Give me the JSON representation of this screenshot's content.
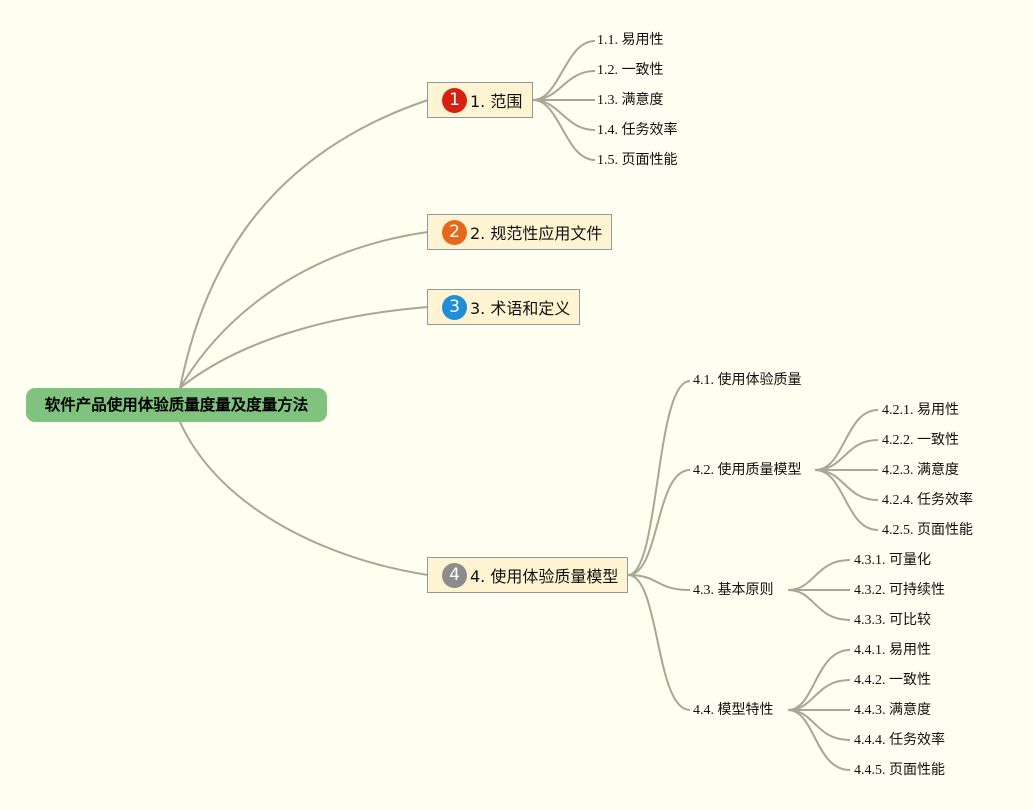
{
  "root": {
    "label": "软件产品使用体验质量度量及度量方法",
    "color": "#7fc37f"
  },
  "main_topics": [
    {
      "badge": "1",
      "badge_color": "#d62011",
      "label": "1. 范围",
      "subtopics": [
        {
          "label": "1.1. 易用性"
        },
        {
          "label": "1.2. 一致性"
        },
        {
          "label": "1.3. 满意度"
        },
        {
          "label": "1.4. 任务效率"
        },
        {
          "label": "1.5. 页面性能"
        }
      ]
    },
    {
      "badge": "2",
      "badge_color": "#e5681b",
      "label": "2. 规范性应用文件",
      "subtopics": []
    },
    {
      "badge": "3",
      "badge_color": "#1e8fd6",
      "label": "3. 术语和定义",
      "subtopics": []
    },
    {
      "badge": "4",
      "badge_color": "#8c8c8c",
      "label": "4. 使用体验质量模型",
      "subtopics": [
        {
          "label": "4.1. 使用体验质量",
          "children": []
        },
        {
          "label": "4.2. 使用质量模型",
          "children": [
            {
              "label": "4.2.1. 易用性"
            },
            {
              "label": "4.2.2. 一致性"
            },
            {
              "label": "4.2.3. 满意度"
            },
            {
              "label": "4.2.4. 任务效率"
            },
            {
              "label": "4.2.5. 页面性能"
            }
          ]
        },
        {
          "label": "4.3. 基本原则",
          "children": [
            {
              "label": "4.3.1. 可量化"
            },
            {
              "label": "4.3.2. 可持续性"
            },
            {
              "label": "4.3.3. 可比较"
            }
          ]
        },
        {
          "label": "4.4. 模型特性",
          "children": [
            {
              "label": "4.4.1. 易用性"
            },
            {
              "label": "4.4.2. 一致性"
            },
            {
              "label": "4.4.3. 满意度"
            },
            {
              "label": "4.4.4. 任务效率"
            },
            {
              "label": "4.4.5. 页面性能"
            }
          ]
        }
      ]
    }
  ],
  "connector_color": "#a9a693"
}
